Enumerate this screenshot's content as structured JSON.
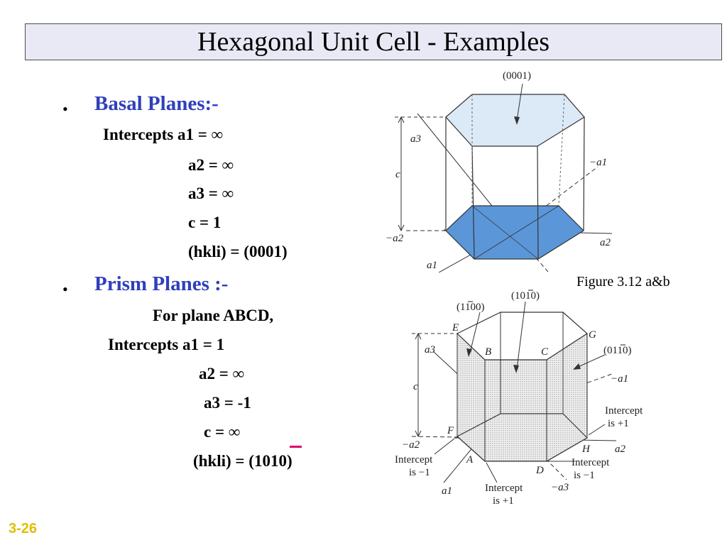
{
  "title": "Hexagonal Unit Cell - Examples",
  "bullets": {
    "symbol": "•"
  },
  "basal": {
    "heading": "Basal Planes:-",
    "lines": [
      "Intercepts a1 = ∞",
      "a2 = ∞",
      "a3 = ∞",
      "c = 1",
      "(hkli) = (0001)"
    ]
  },
  "prism": {
    "heading": "Prism Planes :-",
    "lines": [
      "For plane ABCD,",
      "Intercepts a1 = 1",
      "a2 = ∞",
      "a3 = -1",
      "c = ∞",
      "(hkli) = (1010)"
    ]
  },
  "figure_caption": "Figure 3.12 a&b",
  "slide_number": "3-26",
  "colors": {
    "heading": "#2f3fbd",
    "overbar": "#e0006b",
    "slide_number": "#e0bf00",
    "title_bg": "#e9e9f6"
  },
  "figure_a": {
    "plane_label": "(0001)",
    "axes": {
      "a3": "a3",
      "c": "c",
      "neg_a1": "−a1",
      "neg_a2": "−a2",
      "a2": "a2",
      "a1": "a1"
    }
  },
  "figure_b": {
    "plane_labels": {
      "p1100": "(1100)",
      "p1010": "(1010)",
      "p0110": "(0110)"
    },
    "points": {
      "E": "E",
      "B": "B",
      "C": "C",
      "G": "G",
      "F": "F",
      "A": "A",
      "D": "D",
      "H": "H"
    },
    "axes": {
      "a3": "a3",
      "c": "c",
      "neg_a1": "−a1",
      "neg_a2": "−a2",
      "a2": "a2",
      "a1": "a1",
      "neg_a3": "−a3"
    },
    "intercepts": {
      "top_right": [
        "Intercept",
        "is +1"
      ],
      "left": [
        "Intercept",
        "is −1"
      ],
      "right": [
        "Intercept",
        "is −1"
      ],
      "bottom": [
        "Intercept",
        "is +1"
      ]
    }
  }
}
